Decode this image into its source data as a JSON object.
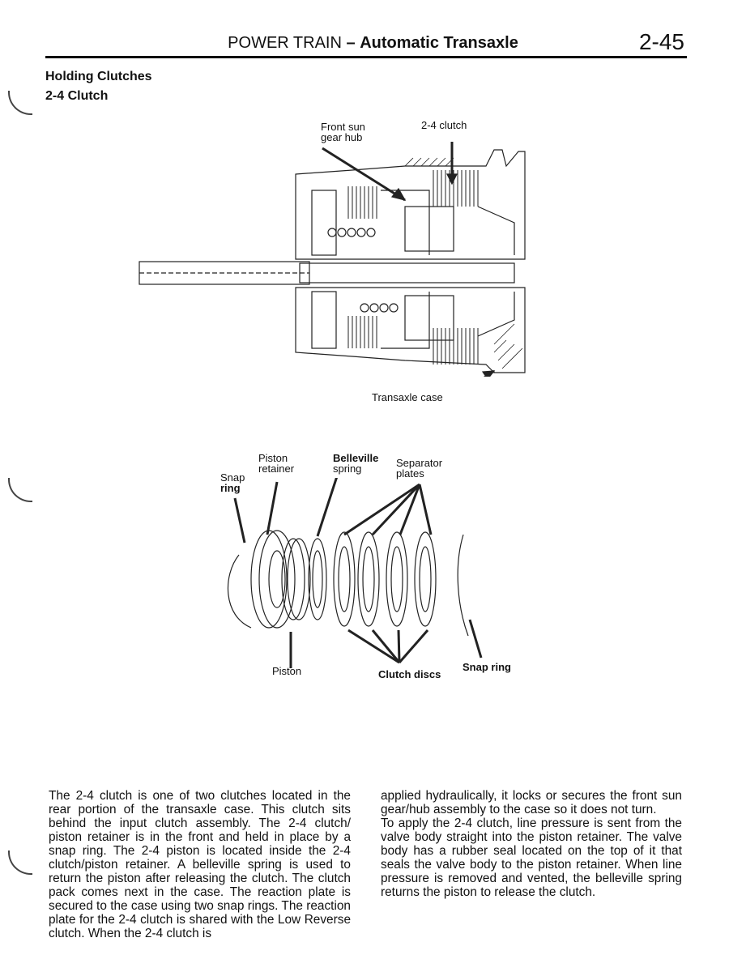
{
  "header": {
    "title_left": "POWER TRAIN",
    "title_sep": "–",
    "title_right": "Automatic Transaxle",
    "page_number": "2-45"
  },
  "headings": {
    "section": "Holding  Clutches",
    "subsection": "2-4  Clutch"
  },
  "figure_top": {
    "label_front_sun": "Front sun",
    "label_gear_hub": "gear  hub",
    "label_24_clutch": "2-4  clutch",
    "label_transaxle_case": "Transaxle  case"
  },
  "figure_bottom": {
    "label_piston_retainer_1": "Piston",
    "label_piston_retainer_2": "retainer",
    "label_belleville_1": "Belleville",
    "label_belleville_2": "spring",
    "label_separator_1": "Separator",
    "label_separator_2": "plates",
    "label_snap_1": "Snap",
    "label_snap_2": "ring",
    "label_piston": "Piston",
    "label_clutch_discs": "Clutch  discs",
    "label_snap_ring_right": "Snap ring"
  },
  "body": {
    "col1": "The 2-4 clutch is one of two clutches located in the rear portion of the transaxle case. This clutch sits behind the input clutch assembly. The 2-4 clutch/ piston retainer is in the front and held in place by a snap ring. The 2-4 piston is located inside the 2-4 clutch/piston retainer. A belleville spring is used to return the piston after releasing the clutch. The clutch pack comes next in the case. The reaction plate is secured to the case using two snap rings. The reaction plate for the 2-4 clutch is shared with the Low Reverse clutch. When the 2-4 clutch is",
    "col2_p1": "applied hydraulically, it locks or secures the front sun gear/hub assembly to the case so it does not turn.",
    "col2_p2": "To apply the 2-4 clutch, line pressure is sent from the valve body straight into the piston retainer. The valve body has a rubber seal located on the top of it that seals the valve body to the piston retainer. When line pressure is removed and vented, the belleville spring returns the piston to release the clutch."
  }
}
